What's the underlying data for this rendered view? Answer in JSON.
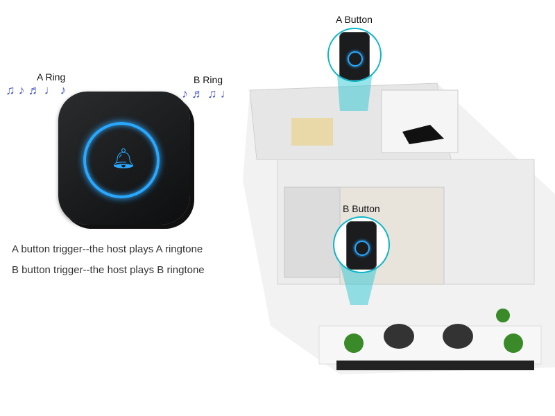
{
  "receiver": {
    "a_ring_label": "A Ring",
    "b_ring_label": "B Ring",
    "icon": "bell-icon"
  },
  "callouts": {
    "a_button_label": "A Button",
    "b_button_label": "B Button"
  },
  "captions": [
    "A button trigger--the host plays A ringtone",
    "B button trigger--the host plays B ringtone"
  ],
  "colors": {
    "accent": "#2aa8ff",
    "cone": "#19c3d3",
    "device": "#1a1c1e"
  }
}
